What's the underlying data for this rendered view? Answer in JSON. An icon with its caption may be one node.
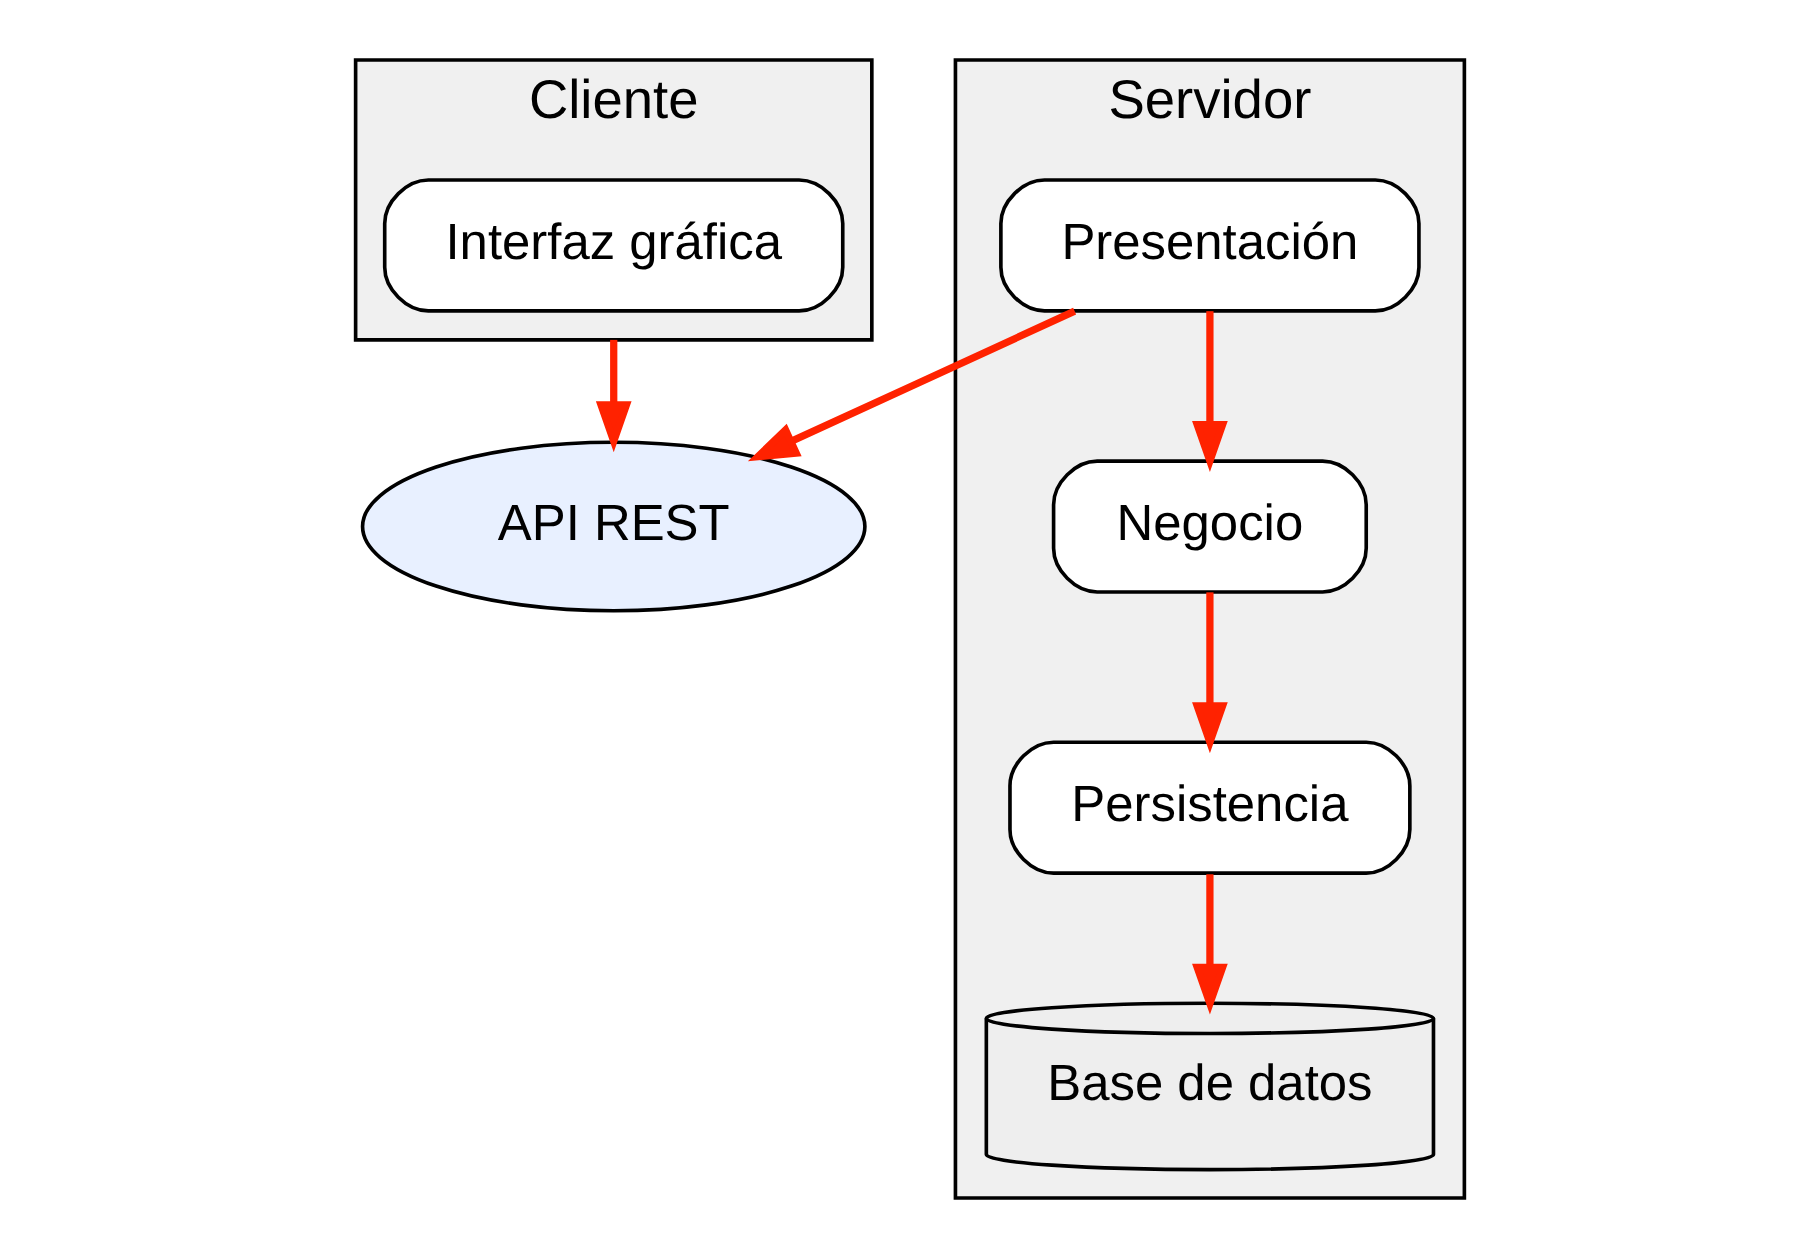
{
  "diagram": {
    "nodes": [
      {
        "text": [
          "Cliente"
        ]
      },
      {
        "text": [
          "Interfaz gráfica"
        ],
        "in": 0
      },
      {
        "text": [
          "API REST"
        ]
      },
      {
        "text": [
          "Servidor"
        ]
      },
      {
        "text": [
          "Presentación"
        ],
        "in": 3
      },
      {
        "text": [
          "Negocio"
        ],
        "in": 3
      },
      {
        "text": [
          "Persistencia"
        ],
        "in": 3
      },
      {
        "text": [
          "Base de datos"
        ],
        "in": 3
      }
    ],
    "edges": [
      {
        "from": 0,
        "to": 2,
        "arrow": "to"
      },
      {
        "from": 4,
        "to": 2,
        "arrow": "to"
      },
      {
        "from": 4,
        "to": 5,
        "arrow": "to"
      },
      {
        "from": 5,
        "to": 6,
        "arrow": "to"
      },
      {
        "from": 6,
        "to": 7,
        "arrow": "to"
      }
    ]
  }
}
